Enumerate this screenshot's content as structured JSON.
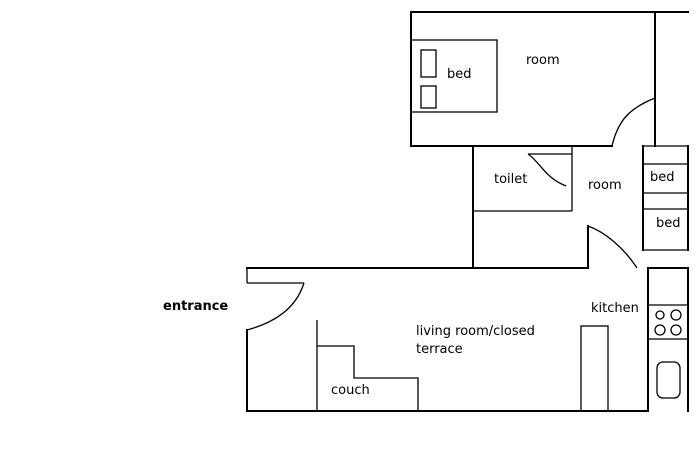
{
  "labels": {
    "bed_main": "bed",
    "room_top": "room",
    "toilet": "toilet",
    "room_middle": "room",
    "bed_upper": "bed",
    "bed_lower": "bed",
    "entrance": "entrance",
    "kitchen": "kitchen",
    "living_line1": "living room/closed",
    "living_line2": "terrace",
    "couch": "couch"
  }
}
